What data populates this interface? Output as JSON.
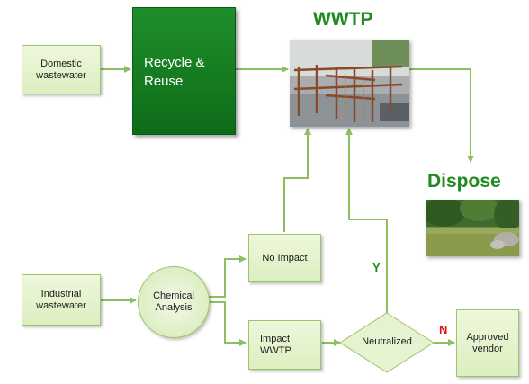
{
  "nodes": {
    "domestic": "Domestic\nwastewater",
    "recycle": "Recycle &\nReuse",
    "wwtp_title": "WWTP",
    "dispose_title": "Dispose",
    "industrial": "Industrial\nwastewater",
    "chemical": "Chemical\nAnalysis",
    "no_impact": "No Impact",
    "impact": "Impact\nWWTP",
    "neutralized": "Neutralized",
    "vendor": "Approved\nvendor"
  },
  "edge_labels": {
    "yes": "Y",
    "no": "N"
  },
  "colors": {
    "accent_green": "#1e8a20",
    "line_green": "#8cbf5f",
    "no_red": "#e01010",
    "yes_green": "#1e8a20"
  }
}
